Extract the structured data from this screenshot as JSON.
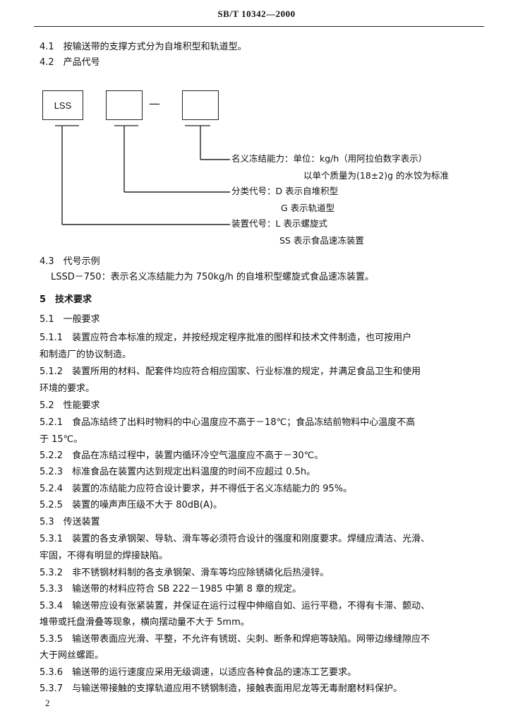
{
  "header": {
    "code": "SB/T 10342—2000"
  },
  "s4_1": "4.1　按输送带的支撑方式分为自堆积型和轨道型。",
  "s4_2": "4.2　产品代号",
  "diagram": {
    "box1": "LSS",
    "dash": "—",
    "label1_a": "名义冻结能力：单位：kg/h（用阿拉伯数字表示）",
    "label1_b": "以单个质量为(18±2)g 的水饺为标准",
    "label2_a": "分类代号：D 表示自堆积型",
    "label2_b": "G 表示轨道型",
    "label3_a": "装置代号：L 表示螺旋式",
    "label3_b": "SS 表示食品速冻装置"
  },
  "s4_3": "4.3　代号示例",
  "s4_3_text": "LSSD－750：表示名义冻结能力为 750kg/h 的自堆积型螺旋式食品速冻装置。",
  "s5": "5　技术要求",
  "s5_1": "5.1　一般要求",
  "s5_1_1_a": "5.1.1　装置应符合本标准的规定，并按经规定程序批准的图样和技术文件制造，也可按用户",
  "s5_1_1_b": "和制造厂的协议制造。",
  "s5_1_2_a": "5.1.2　装置所用的材料、配套件均应符合相应国家、行业标准的规定，并满足食品卫生和使用",
  "s5_1_2_b": "环境的要求。",
  "s5_2": "5.2　性能要求",
  "s5_2_1_a": "5.2.1　食品冻结终了出料时物料的中心温度应不高于－18℃；食品冻结前物料中心温度不高",
  "s5_2_1_b": "于 15℃。",
  "s5_2_2": "5.2.2　食品在冻结过程中，装置内循环冷空气温度应不高于－30℃。",
  "s5_2_3": "5.2.3　标准食品在装置内达到规定出料温度的时间不应超过 0.5h。",
  "s5_2_4": "5.2.4　装置的冻结能力应符合设计要求，并不得低于名义冻结能力的 95%。",
  "s5_2_5": "5.2.5　装置的噪声声压级不大于 80dB(A)。",
  "s5_3": "5.3　传送装置",
  "s5_3_1_a": "5.3.1　装置的各支承钢架、导轨、滑车等必须符合设计的强度和刚度要求。焊缝应清洁、光滑、",
  "s5_3_1_b": "牢固，不得有明显的焊接缺陷。",
  "s5_3_2": "5.3.2　非不锈钢材料制的各支承钢架、滑车等均应除锈磷化后热浸锌。",
  "s5_3_3": "5.3.3　输送带的材料应符合 SB 222－1985 中第 8 章的规定。",
  "s5_3_4_a": "5.3.4　输送带应设有张紧装置，并保证在运行过程中伸缩自如、运行平稳，不得有卡滞、颤动、",
  "s5_3_4_b": "堆带或托盘滑叠等现象，横向摆动量不大于 5mm。",
  "s5_3_5_a": "5.3.5　输送带表面应光滑、平整，不允许有锈斑、尖刺、断条和焊疤等缺陷。网带边缘缝隙应不",
  "s5_3_5_b": "大于网丝螺距。",
  "s5_3_6": "5.3.6　输送带的运行速度应采用无级调速，以适应各种食品的速冻工艺要求。",
  "s5_3_7": "5.3.7　与输送带接触的支撑轨道应用不锈钢制造，接触表面用尼龙等无毒耐磨材料保护。",
  "page_number": "2"
}
